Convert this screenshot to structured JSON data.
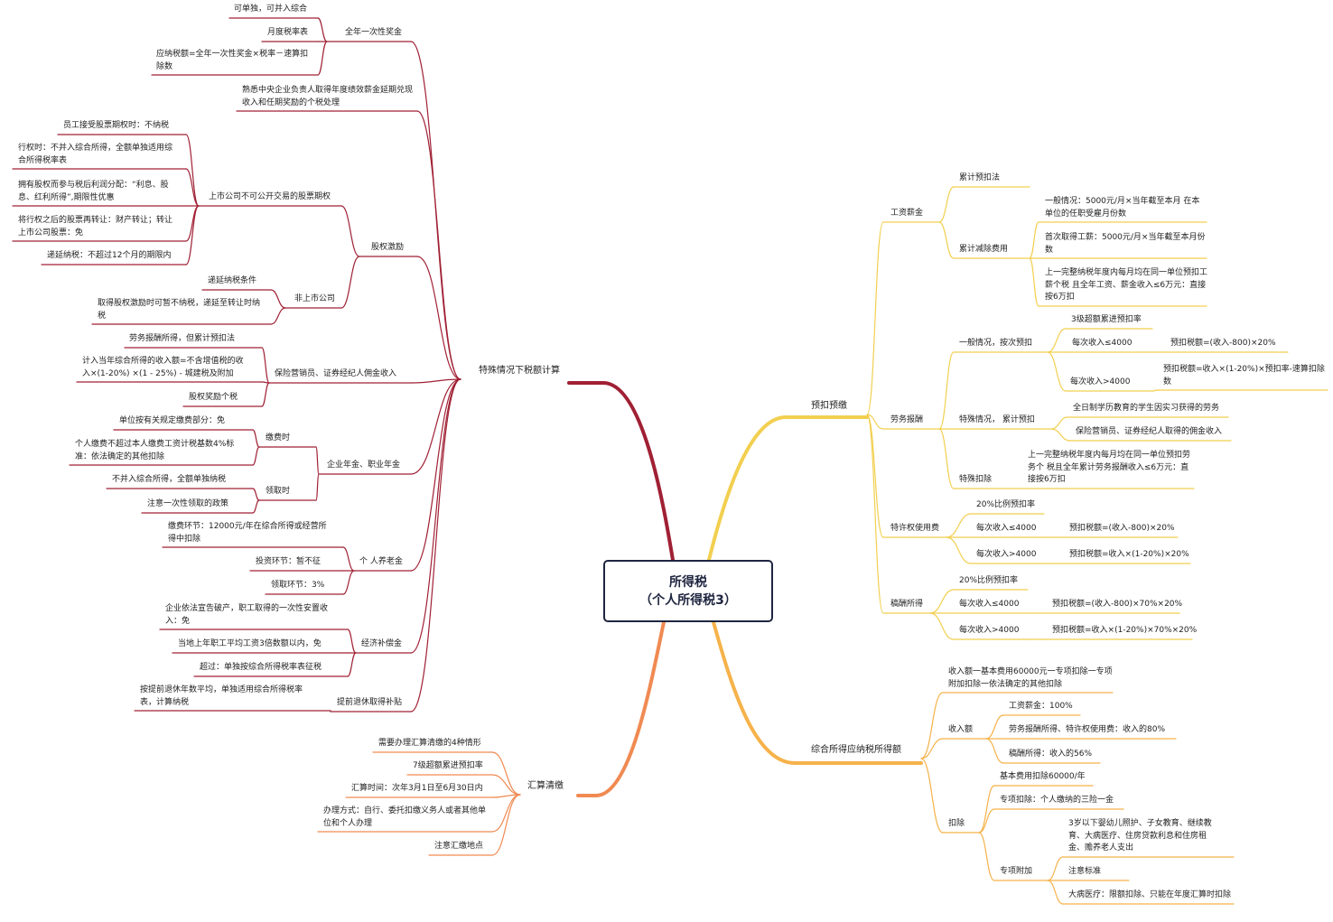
{
  "root": {
    "line1": "所得税",
    "line2": "（个人所得税3）"
  },
  "branch_colors": {
    "special": "#a02034",
    "prepay": "#f2cf4f",
    "comprehensive": "#f6b24a",
    "settlement": "#f08a52"
  },
  "nodes": {
    "special": "特殊情况下税额计算",
    "annual_bonus": "全年一次性奖金",
    "bonus_single": "可单独，可并入综合",
    "bonus_monthly": "月度税率表",
    "bonus_formula": "应纳税额=全年一次性奖金×税率－速算扣除数",
    "central_ent": "熟悉中央企业负责人取得年度绩效薪金延期兑现收入和任期奖励的个税处理",
    "equity": "股权激励",
    "listed": "上市公司不可公开交易的股票期权",
    "listed_1": "员工接受股票期权时：不纳税",
    "listed_2": "行权时：不并入综合所得，全额单独适用综合所得税率表",
    "listed_3": "拥有股权而参与税后利润分配：“利息、股息、红利所得”,期限性优惠",
    "listed_4": "将行权之后的股票再转让：财产转让；转让上市公司股票：免",
    "listed_5": "递延纳税：不超过12个月的期限内",
    "unlisted": "非上市公司",
    "unlisted_1": "递延纳税条件",
    "unlisted_2": "取得股权激励时可暂不纳税，递延至转让时纳税",
    "insurance": "保险营销员、证券经纪人佣金收入",
    "insurance_1": "劳务报酬所得，但累计预扣法",
    "insurance_2": "计入当年综合所得的收入额=不含增值税的收入×(1-20%) ×(1 - 25%) - 城建税及附加",
    "insurance_3": "股权奖励个税",
    "annuity": "企业年金、职业年金",
    "annuity_pay": "缴费时",
    "annuity_pay_1": "单位按有关规定缴费部分：免",
    "annuity_pay_2": "个人缴费不超过本人缴费工资计税基数4%标准：依法确定的其他扣除",
    "annuity_get": "领取时",
    "annuity_get_1": "不并入综合所得，全额单独纳税",
    "annuity_get_2": "注意一次性领取的政策",
    "pension": "个 人养老金",
    "pension_1": "缴费环节：12000元/年在综合所得或经营所得中扣除",
    "pension_2": "投资环节：暂不征",
    "pension_3": "领取环节：3%",
    "compensation": "经济补偿金",
    "comp_1": "企业依法宣告破产，职工取得的一次性安置收入：免",
    "comp_2": "当地上年职工平均工资3倍数额以内，免",
    "comp_3": "超过：单独按综合所得税率表征税",
    "early": "提前退休取得补贴",
    "early_1": "按提前退休年数平均，单独适用综合所得税率表，计算纳税",
    "settlement": "汇算清缴",
    "settle_1": "需要办理汇算清缴的4种情形",
    "settle_2": "7级超额累进预扣率",
    "settle_3": "汇算时间：次年3月1日至6月30日内",
    "settle_4": "办理方式：自行、委托扣缴义务人或者其他单位和个人办理",
    "settle_5": "注意汇缴地点",
    "prepay": "预扣预缴",
    "salary": "工资薪金",
    "salary_cum": "累计预扣法",
    "salary_ded": "累计减除费用",
    "salary_ded_1": "一般情况：5000元/月×当年截至本月 在本单位的任职受雇月份数",
    "salary_ded_2": "首次取得工薪：5000元/月×当年截至本月份数",
    "salary_ded_3": "上一完整纳税年度内每月均在同一单位预扣工薪个税 且全年工资、薪金收入≤6万元：直接按6万扣",
    "labor": "劳务报酬",
    "labor_gen": "一般情况，按次预扣",
    "labor_gen_1": "3级超额累进预扣率",
    "labor_gen_2": "每次收入≤4000",
    "labor_gen_2a": "预扣税额=(收入-800)×20%",
    "labor_gen_3": "每次收入>4000",
    "labor_gen_3a": "预扣税额=收入×(1-20%)×预扣率-速算扣除数",
    "labor_spec": "特殊情况，  累计预扣",
    "labor_spec_1": "全日制学历教育的学生因实习获得的劳务",
    "labor_spec_2": "保险营销员、证券经纪人取得的佣金收入",
    "labor_ded": "特殊扣除",
    "labor_ded_1": "上一完整纳税年度内每月均在同一单位预扣劳务个 税且全年累计劳务报酬收入≤6万元：直接按6万扣",
    "royalty": "特许权使用费",
    "royalty_1": "20%比例预扣率",
    "royalty_2": "每次收入≤4000",
    "royalty_2a": "预扣税额=(收入-800)×20%",
    "royalty_3": "每次收入>4000",
    "royalty_3a": "预扣税额=收入×(1-20%)×20%",
    "remun": "稿酬所得",
    "remun_1": "20%比例预扣率",
    "remun_2": "每次收入≤4000",
    "remun_2a": "预扣税额=(收入-800)×70%×20%",
    "remun_3": "每次收入>4000",
    "remun_3a": "预扣税额=收入×(1-20%)×70%×20%",
    "comprehensive": "综合所得应纳税所得额",
    "comp_formula": "收入额一基本费用60000元一专项扣除一专项 附加扣除一依法确定的其他扣除",
    "income": "收入额",
    "income_1": "工资薪金：100%",
    "income_2": "劳务报酬所得、特许权使用费：收入的80%",
    "income_3": "稿酬所得：收入的56%",
    "deduct": "扣除",
    "deduct_1": "基本费用扣除60000/年",
    "deduct_2": "专项扣除：个人缴纳的三险一金",
    "deduct_3": "专项附加",
    "deduct_3a": "3岁以下婴幼儿照护、子女教育、继续教育、大病医疗、住房贷款利息和住房租金、赡养老人支出",
    "deduct_3b": "注意标准",
    "deduct_3c": "大病医疗：限额扣除、只能在年度汇算时扣除"
  }
}
